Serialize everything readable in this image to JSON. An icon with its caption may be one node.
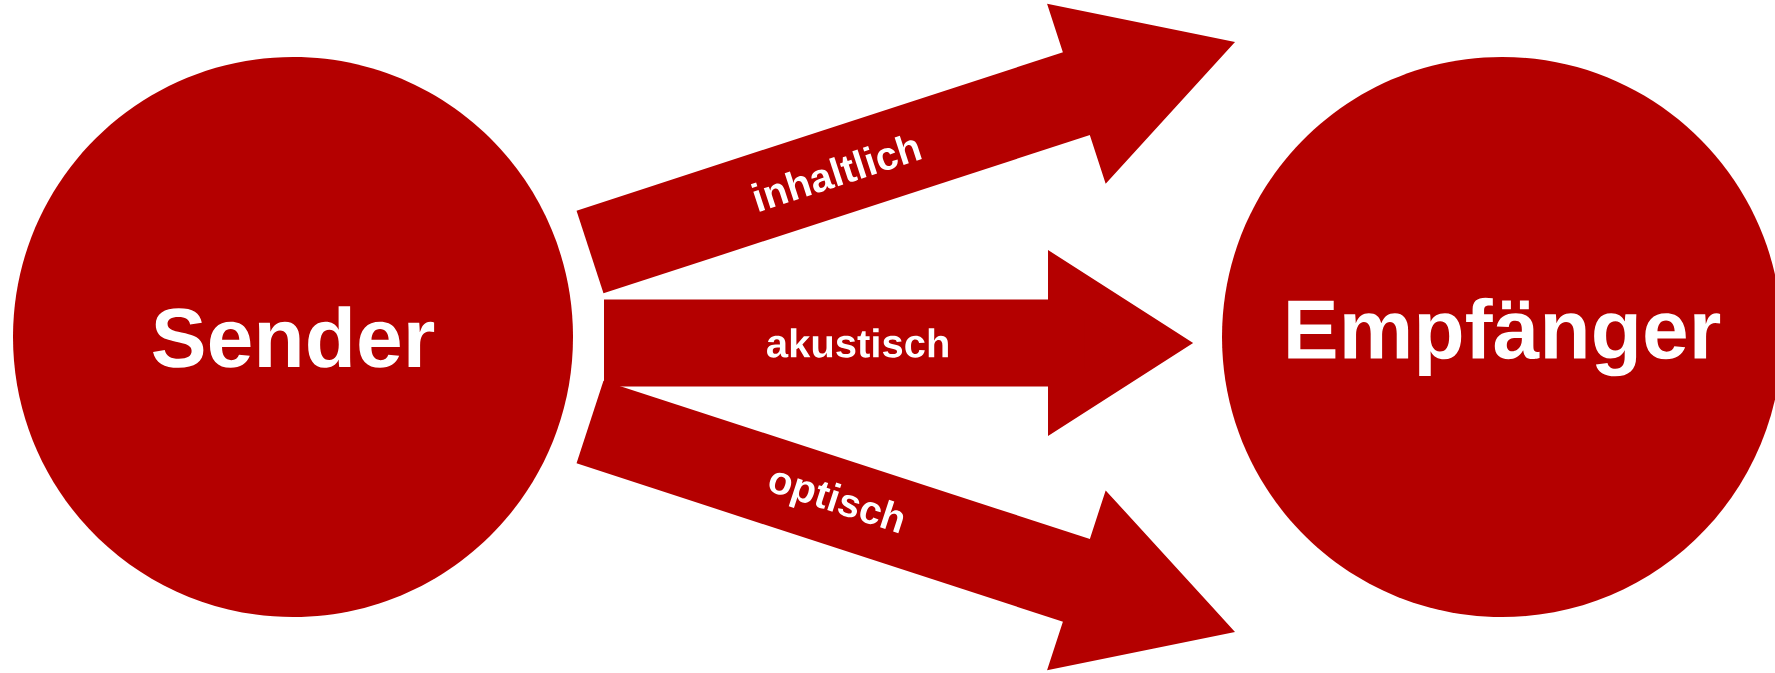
{
  "diagram": {
    "nodes": [
      {
        "text": [
          "Sender"
        ]
      },
      {
        "text": [
          "Empfänger"
        ]
      }
    ],
    "edges": [
      {
        "from": 0,
        "to": 1,
        "arrow": "to",
        "label": "inhaltlich"
      },
      {
        "from": 0,
        "to": 1,
        "arrow": "to",
        "label": "akustisch"
      },
      {
        "from": 0,
        "to": 1,
        "arrow": "to",
        "label": "optisch"
      }
    ]
  }
}
